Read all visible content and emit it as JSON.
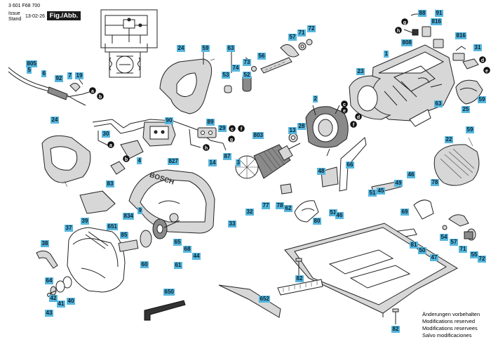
{
  "header": {
    "doc_number": "3 601 F68 700",
    "issue_label": "Issue",
    "stand_label": "Stand",
    "issue_date": "13-02-26",
    "figure_label": "Fig./Abb. 1"
  },
  "footer": {
    "notices": [
      "Änderungen vorbehalten",
      "Modifications reserved",
      "Modifications reservees",
      "Salvo modificaciones"
    ]
  },
  "saw_brand": "BOSCH",
  "connection_letters": [
    "a",
    "b",
    "c",
    "d",
    "e",
    "f",
    "g",
    "h"
  ],
  "part_labels": [
    "88",
    "91",
    "816",
    "57",
    "71",
    "72",
    "808",
    "1",
    "816",
    "31",
    "24",
    "59",
    "63",
    "56",
    "74",
    "73",
    "53",
    "52",
    "23",
    "805",
    "5",
    "6",
    "92",
    "7",
    "19",
    "2",
    "63",
    "25",
    "59",
    "89",
    "90",
    "29",
    "87",
    "13",
    "28",
    "803",
    "30",
    "24",
    "4",
    "827",
    "14",
    "3",
    "66",
    "22",
    "59",
    "48",
    "46",
    "49",
    "45",
    "51",
    "78",
    "83",
    "32",
    "77",
    "78",
    "62",
    "51",
    "46",
    "69",
    "9",
    "834",
    "80",
    "33",
    "651",
    "37",
    "39",
    "85",
    "65",
    "38",
    "68",
    "81",
    "50",
    "54",
    "57",
    "71",
    "55",
    "72",
    "61",
    "60",
    "44",
    "64",
    "47",
    "42",
    "41",
    "40",
    "82",
    "43",
    "650",
    "652",
    "82"
  ]
}
